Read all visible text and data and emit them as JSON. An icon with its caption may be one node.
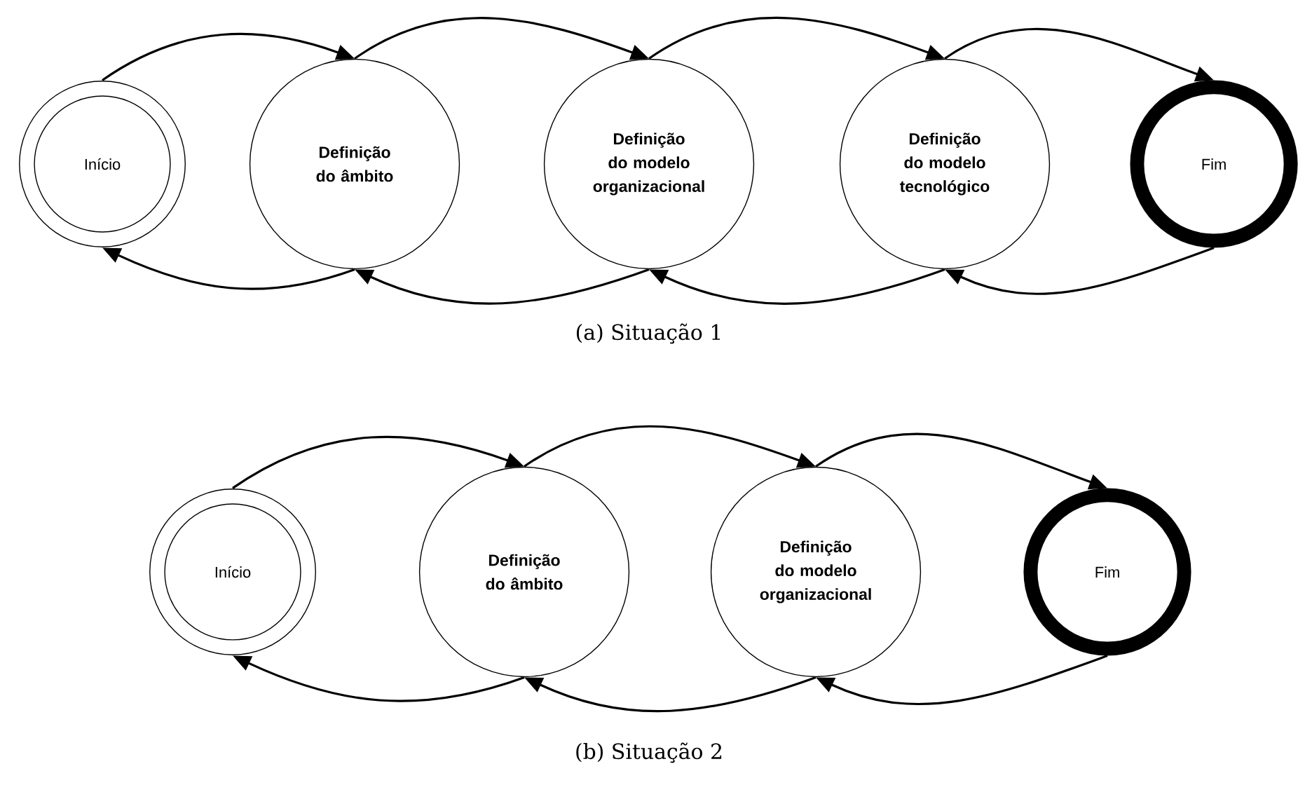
{
  "diagram": {
    "nodes": [
      {
        "text": [
          "Início"
        ]
      },
      {
        "text": [
          "Definição do âmbito"
        ]
      },
      {
        "text": [
          "Definição do modelo organizacional"
        ]
      },
      {
        "text": [
          "Definição do modelo tecnológico"
        ]
      },
      {
        "text": [
          "Fim"
        ]
      },
      {
        "text": [
          "Início"
        ]
      },
      {
        "text": [
          "Definição do âmbito"
        ]
      },
      {
        "text": [
          "Definição do modelo organizacional"
        ]
      },
      {
        "text": [
          "Fim"
        ]
      }
    ],
    "edges": [
      {
        "from": 0,
        "to": 1,
        "arrow": "to"
      },
      {
        "from": 1,
        "to": 2,
        "arrow": "to"
      },
      {
        "from": 2,
        "to": 3,
        "arrow": "to"
      },
      {
        "from": 3,
        "to": 4,
        "arrow": "to"
      },
      {
        "from": 1,
        "to": 0,
        "arrow": "to"
      },
      {
        "from": 2,
        "to": 1,
        "arrow": "to"
      },
      {
        "from": 3,
        "to": 2,
        "arrow": "to"
      },
      {
        "from": 4,
        "to": 3,
        "arrow": "to"
      },
      {
        "from": 5,
        "to": 6,
        "arrow": "to"
      },
      {
        "from": 6,
        "to": 7,
        "arrow": "to"
      },
      {
        "from": 7,
        "to": 8,
        "arrow": "to"
      },
      {
        "from": 6,
        "to": 5,
        "arrow": "to"
      },
      {
        "from": 7,
        "to": 6,
        "arrow": "to"
      },
      {
        "from": 8,
        "to": 7,
        "arrow": "to"
      }
    ],
    "labels": [
      "(a) Situação 1",
      "(b) Situação 2"
    ]
  }
}
